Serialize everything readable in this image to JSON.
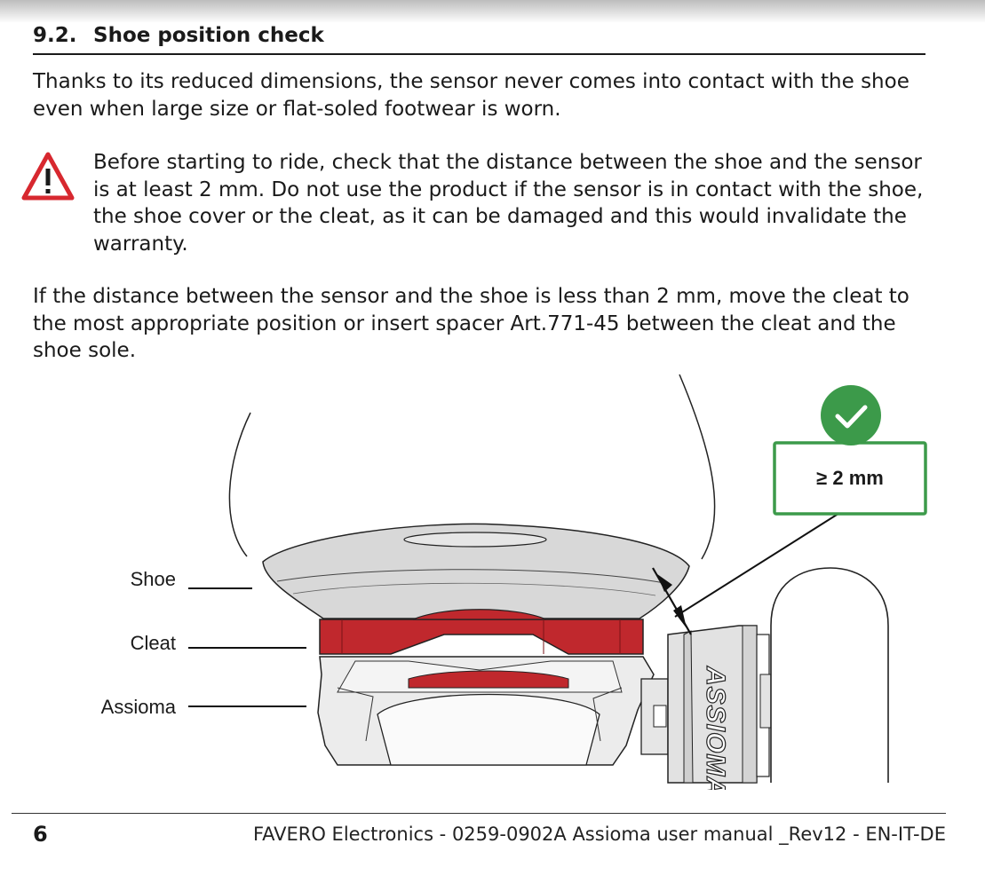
{
  "section": {
    "number": "9.2.",
    "title": "Shoe position check"
  },
  "intro": "Thanks to its reduced dimensions, the sensor never comes into contact with the shoe even when large size or flat-soled footwear is worn.",
  "warning": {
    "icon": "warning-triangle-icon",
    "color": "#d7282f",
    "text": "Before starting to ride, check that the distance between the shoe and the sensor is at least 2 mm. Do not use the product if the sensor is in contact with the shoe, the shoe cover or the cleat, as it can be damaged and this would invalidate the warranty."
  },
  "instruction": "If the distance between the sensor and the shoe is less than 2 mm, move the cleat to the most appropriate position or insert spacer Art.771-45 between the cleat and the shoe sole.",
  "figure": {
    "labels": {
      "shoe": "Shoe",
      "cleat": "Cleat",
      "assioma": "Assioma"
    },
    "callout": "≥ 2 mm",
    "callout_color": "#3c9a4a",
    "cleat_color": "#c0282d",
    "brand": "ASSIOMA"
  },
  "footer": {
    "page": "6",
    "text": "FAVERO Electronics - 0259-0902A Assioma user manual _Rev12 - EN-IT-DE"
  }
}
